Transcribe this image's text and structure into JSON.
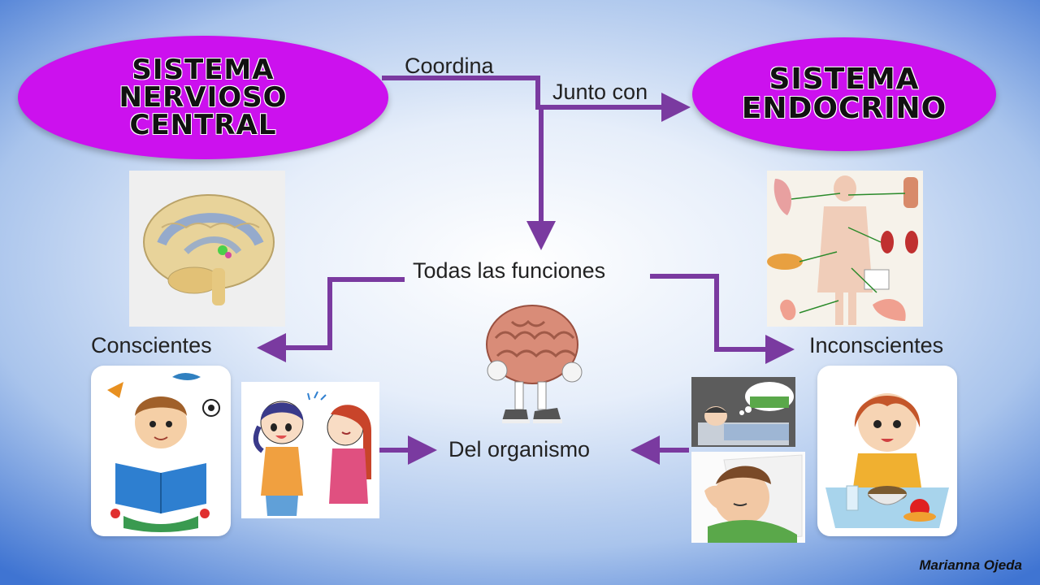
{
  "nodes": {
    "nervous": "Sistema Nervioso Central",
    "endocrine": "Sistema Endocrino"
  },
  "labels": {
    "coordina": "Coordina",
    "junto_con": "Junto con",
    "todas": "Todas las funciones",
    "conscientes": "Conscientes",
    "inconscientes": "Inconscientes",
    "organismo": "Del organismo"
  },
  "author": "Marianna Ojeda",
  "colors": {
    "ellipse": "#cc11ee",
    "arrow": "#7a3aa0",
    "background_edge": "#3f74d2"
  },
  "images": [
    "brain-illustration",
    "endocrine-glands-diagram",
    "boy-reading-book",
    "girls-talking",
    "walking-brain-mascot",
    "man-sleeping-dreaming",
    "man-sleeping-pillow",
    "girl-eating-breakfast"
  ]
}
